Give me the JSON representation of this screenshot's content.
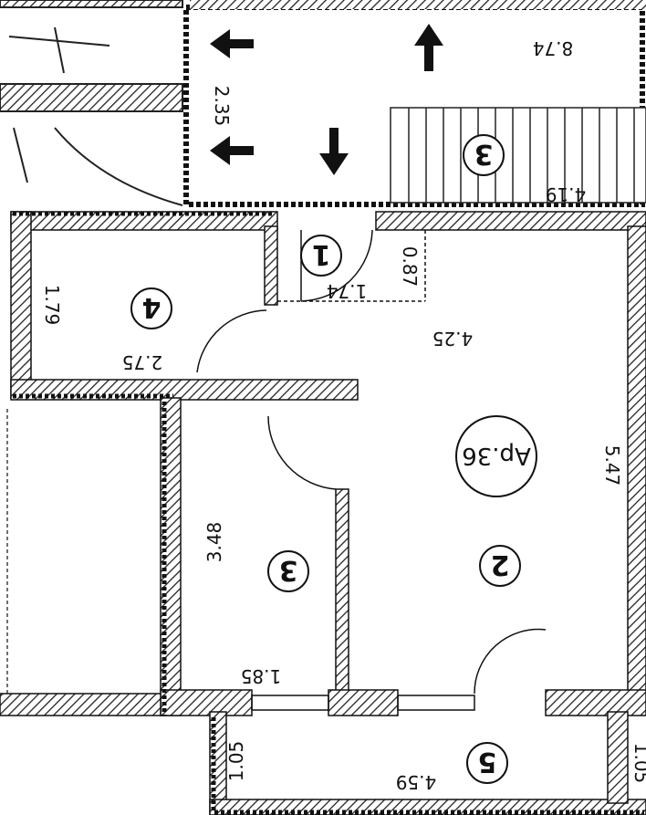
{
  "plan": {
    "apartment_label": "Ap.36",
    "rooms": [
      {
        "id": "1",
        "number": "1",
        "dims": [
          "1.74",
          "0.87"
        ]
      },
      {
        "id": "2",
        "number": "2",
        "dims": [
          "4.25",
          "5.47"
        ]
      },
      {
        "id": "3",
        "number": "3",
        "dims": [
          "3.48",
          "1.85"
        ]
      },
      {
        "id": "4",
        "number": "4",
        "dims": [
          "2.75",
          "1.79"
        ]
      },
      {
        "id": "5",
        "number": "5",
        "dims": [
          "4.59",
          "1.05"
        ]
      }
    ],
    "stair": {
      "number": "3",
      "dim": "4.19"
    },
    "corridor": {
      "dims": [
        "8.74",
        "2.35"
      ]
    },
    "edge_dim": "1.05",
    "colors": {
      "ink": "#111111",
      "paper": "#ffffff",
      "hatch": "#222222"
    },
    "icons": [
      "arrow-left-icon",
      "arrow-up-icon",
      "arrow-down-icon",
      "room-number-badge-icon"
    ]
  }
}
